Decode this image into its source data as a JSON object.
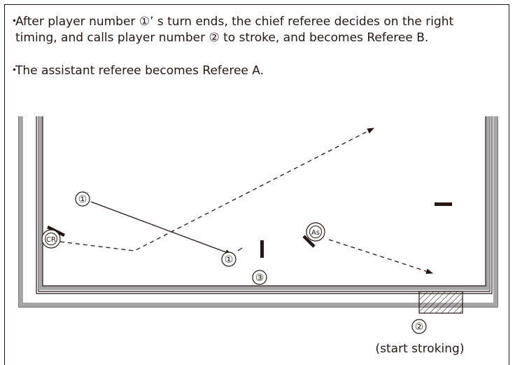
{
  "bullets": [
    {
      "marker": "・",
      "text": "After player number ①’ s turn ends, the chief referee decides on the right timing, and calls player number ② to stroke, and becomes Referee B."
    },
    {
      "marker": "・",
      "text": "The assistant referee becomes Referee A."
    }
  ],
  "diagram": {
    "player_start": "①",
    "player_end": "①",
    "player_3": "③",
    "player_2": "②",
    "chief_referee": "CR",
    "assistant_referee": "As",
    "start_label": "(start stroking)",
    "court_colors": {
      "outer_wall": "#a6a6a6",
      "line": "#231815"
    }
  }
}
